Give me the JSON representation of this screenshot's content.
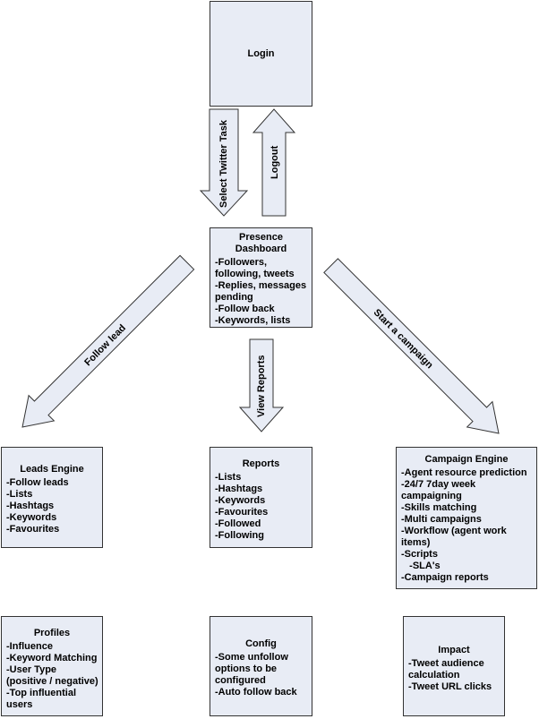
{
  "login": {
    "title": "Login"
  },
  "dashboard": {
    "title_line1": "Presence",
    "title_line2": "Dashboard",
    "items": [
      "-Followers,",
      "following, tweets",
      "-Replies, messages",
      "pending",
      "-Follow back",
      "-Keywords, lists"
    ]
  },
  "leads": {
    "title": "Leads Engine",
    "items": [
      "-Follow leads",
      "-Lists",
      "-Hashtags",
      "-Keywords",
      "-Favourites"
    ]
  },
  "reports": {
    "title": "Reports",
    "items": [
      "-Lists",
      "-Hashtags",
      "-Keywords",
      "-Favourites",
      "-Followed",
      "-Following"
    ]
  },
  "campaign": {
    "title": "Campaign Engine",
    "items": [
      "-Agent resource prediction",
      "-24/7 7day week",
      "campaigning",
      "-Skills matching",
      "-Multi campaigns",
      "-Workflow (agent work",
      "items)",
      "-Scripts",
      "   -SLA's",
      "-Campaign reports"
    ]
  },
  "profiles": {
    "title": "Profiles",
    "items": [
      "-Influence",
      "-Keyword Matching",
      "-User Type",
      "(positive / negative)",
      "-Top influential",
      "users"
    ]
  },
  "config": {
    "title": "Config",
    "items": [
      "-Some unfollow",
      "options to be",
      "configured",
      "-Auto follow back"
    ]
  },
  "impact": {
    "title": "Impact",
    "items": [
      "-Tweet audience",
      "calculation",
      "-Tweet URL clicks"
    ]
  },
  "arrows": {
    "select_task": "Select Twitter Task",
    "logout": "Logout",
    "follow_lead": "Follow lead",
    "view_reports": "View Reports",
    "start_campaign": "Start a campaign"
  },
  "colors": {
    "box_fill": "#e8ecf5",
    "arrow_fill": "#e8ecf5",
    "border": "#333333"
  }
}
